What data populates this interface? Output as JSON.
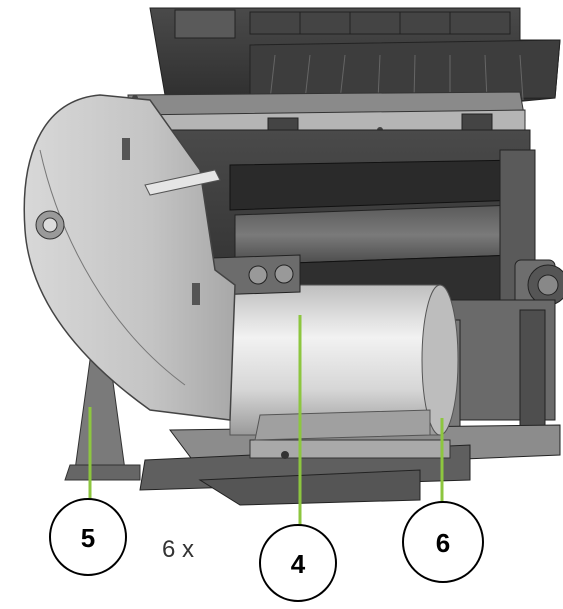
{
  "callouts": [
    {
      "label": "5"
    },
    {
      "label": "4"
    },
    {
      "label": "6"
    }
  ],
  "quantity_note": "6 x",
  "colors": {
    "leader": "#8dc63f",
    "machine_dark": "#3a3a3a",
    "machine_mid": "#6d6d6d",
    "machine_light": "#c9c9c9",
    "drum_light": "#e6e6e6"
  }
}
